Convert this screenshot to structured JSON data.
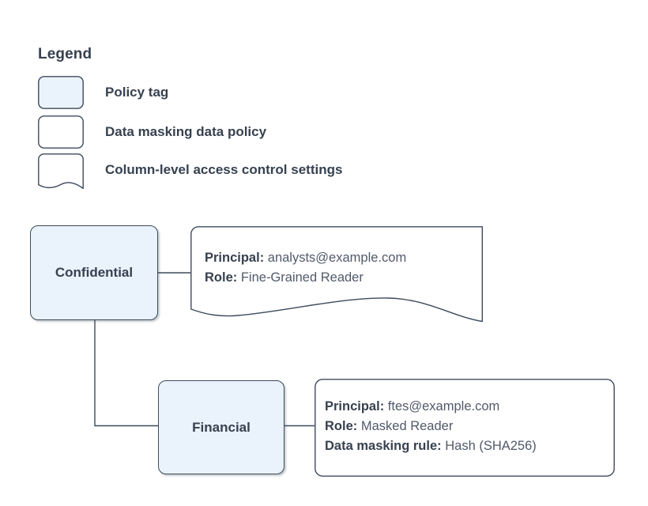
{
  "legend": {
    "title": "Legend",
    "items": [
      {
        "label": "Policy tag",
        "swatch": "rounded-rect-filled",
        "fill": "#eaf2fc"
      },
      {
        "label": "Data masking data policy",
        "swatch": "rounded-rect-outline",
        "fill": "#ffffff"
      },
      {
        "label": "Column-level access control settings",
        "swatch": "torn-bottom-note",
        "fill": "#ffffff"
      }
    ]
  },
  "diagram": {
    "nodes": [
      {
        "id": "confidential",
        "label": "Confidential",
        "shape": "policy-tag",
        "fill": "#eaf2fc"
      },
      {
        "id": "financial",
        "label": "Financial",
        "shape": "policy-tag",
        "fill": "#eaf2fc"
      }
    ],
    "notes": [
      {
        "id": "confidential-note",
        "shape": "torn-bottom-note",
        "fill": "#ffffff",
        "lines": [
          {
            "key": "Principal:",
            "value": "analysts@example.com"
          },
          {
            "key": "Role:",
            "value": "Fine-Grained Reader"
          }
        ]
      },
      {
        "id": "financial-note",
        "shape": "rounded-rect-outline",
        "fill": "#ffffff",
        "lines": [
          {
            "key": "Principal:",
            "value": "ftes@example.com"
          },
          {
            "key": "Role:",
            "value": "Masked Reader"
          },
          {
            "key": "Data masking rule:",
            "value": "Hash (SHA256)"
          }
        ]
      }
    ],
    "edges": [
      {
        "from": "confidential",
        "to": "confidential-note",
        "style": "straight"
      },
      {
        "from": "confidential",
        "to": "financial",
        "style": "elbow"
      },
      {
        "from": "financial",
        "to": "financial-note",
        "style": "straight"
      }
    ]
  },
  "colors": {
    "node_fill": "#eaf2fc",
    "note_fill": "#ffffff",
    "stroke": "#3d4b5c",
    "text": "#37414f",
    "value_text": "#52596a",
    "background": "#ffffff"
  }
}
